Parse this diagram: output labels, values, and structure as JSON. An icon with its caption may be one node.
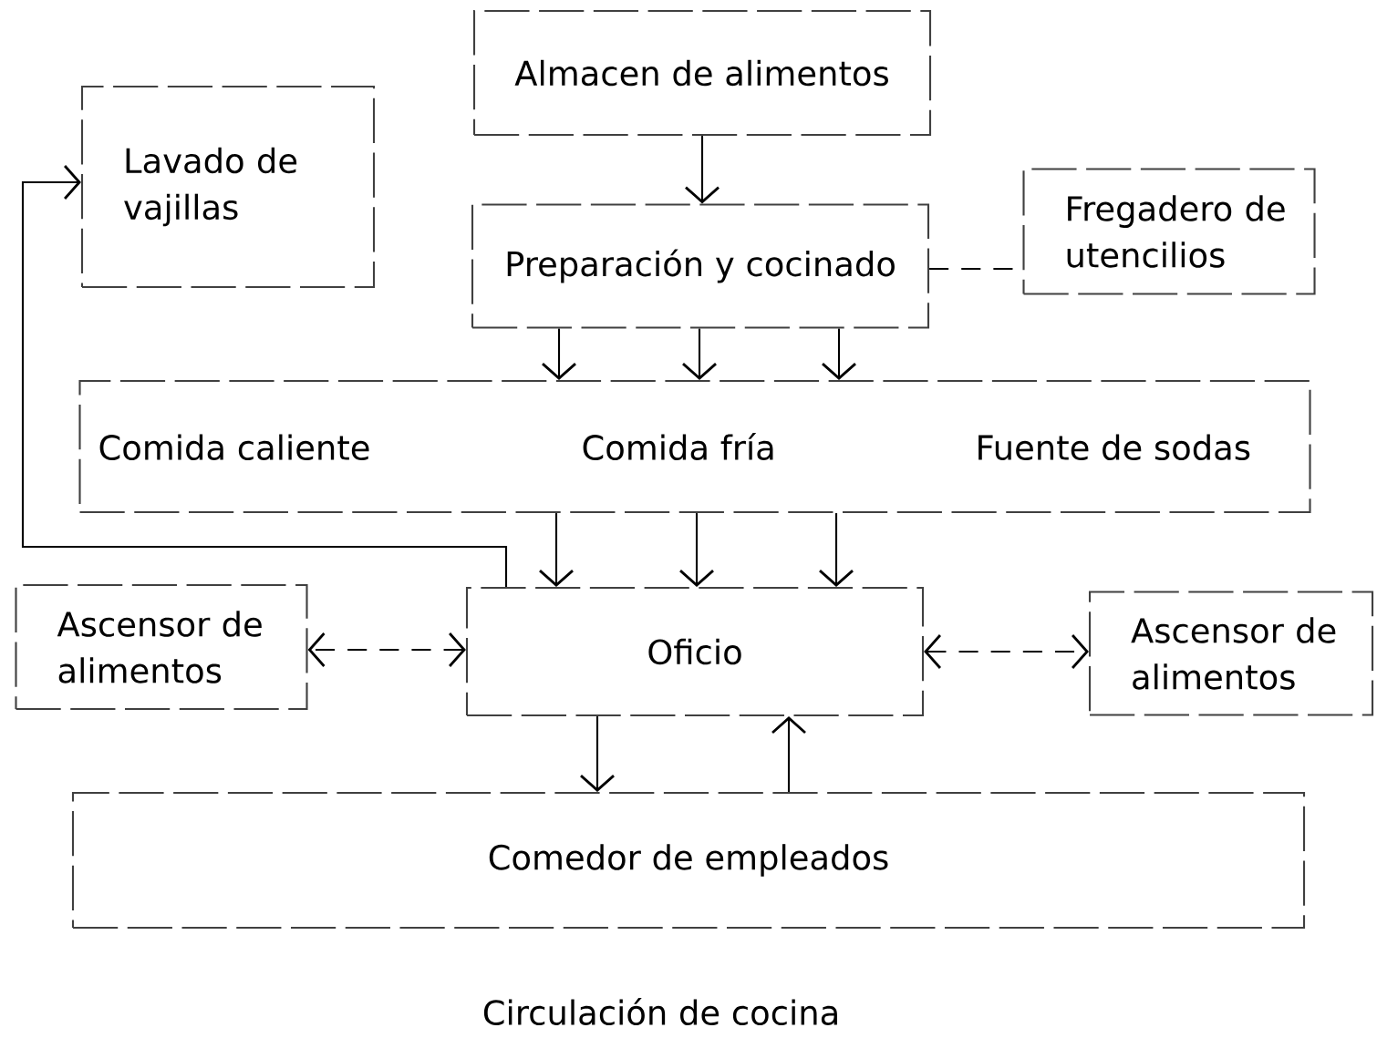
{
  "diagram": {
    "caption": "Circulación de cocina",
    "nodes": [
      {
        "text": [
          "Almacen de alimentos"
        ]
      },
      {
        "text": [
          "Lavado de vajillas"
        ]
      },
      {
        "text": [
          "Preparación y cocinado"
        ]
      },
      {
        "text": [
          "Fregadero de utencilios"
        ]
      },
      {
        "text": [
          "Comida caliente",
          "Comida fría",
          "Fuente de sodas"
        ]
      },
      {
        "text": [
          "Ascensor de alimentos"
        ]
      },
      {
        "text": [
          "Oficio"
        ]
      },
      {
        "text": [
          "Ascensor de alimentos"
        ]
      },
      {
        "text": [
          "Comedor de empleados"
        ]
      }
    ],
    "edges": [
      {
        "from": 0,
        "to": 2,
        "arrow": "to"
      },
      {
        "from": 2,
        "to": 3,
        "arrow": "none",
        "style": "dashed"
      },
      {
        "from": 2,
        "to": 4,
        "arrow": "to"
      },
      {
        "from": 2,
        "to": 4,
        "arrow": "to"
      },
      {
        "from": 2,
        "to": 4,
        "arrow": "to"
      },
      {
        "from": 4,
        "to": 6,
        "arrow": "to"
      },
      {
        "from": 4,
        "to": 6,
        "arrow": "to"
      },
      {
        "from": 4,
        "to": 6,
        "arrow": "to"
      },
      {
        "from": 6,
        "to": 5,
        "arrow": "both",
        "style": "dashed"
      },
      {
        "from": 6,
        "to": 7,
        "arrow": "both",
        "style": "dashed"
      },
      {
        "from": 6,
        "to": 8,
        "arrow": "to"
      },
      {
        "from": 8,
        "to": 6,
        "arrow": "to"
      },
      {
        "from": 6,
        "to": 1,
        "arrow": "to"
      }
    ]
  }
}
